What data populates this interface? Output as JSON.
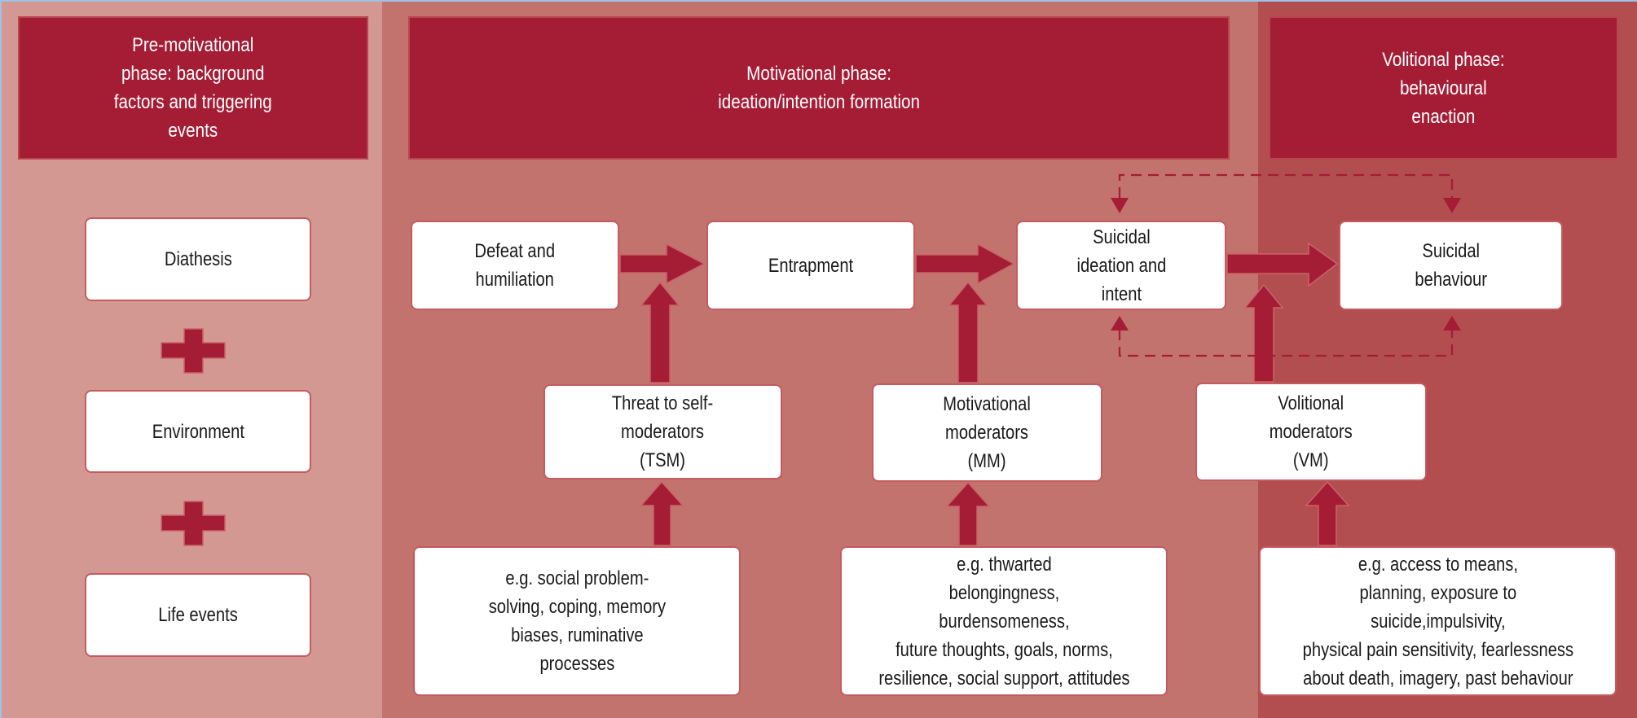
{
  "colors": {
    "pre_motivational_bg": "#d49893",
    "motivational_bg": "#c2736e",
    "volitional_bg": "#b24e50",
    "header_fill": "#a51c35",
    "arrow_fill": "#a51c35",
    "node_fill": "#ffffff",
    "node_border": "#c55a5f"
  },
  "phases": {
    "pre_motivational": "Pre-motivational\nphase: background\nfactors and triggering\nevents",
    "motivational": "Motivational phase:\nideation/intention formation",
    "volitional": "Volitional phase:\nbehavioural\nenaction"
  },
  "pre_motivational_factors": {
    "diathesis": "Diathesis",
    "environment": "Environment",
    "life_events": "Life events",
    "combinator_icon": "plus-icon"
  },
  "pathway": {
    "defeat": "Defeat and\nhumiliation",
    "entrapment": "Entrapment",
    "ideation": "Suicidal\nideation and\nintent",
    "behaviour": "Suicidal\nbehaviour"
  },
  "moderators": {
    "tsm": "Threat to self-\nmoderators\n(TSM)",
    "mm": "Motivational\nmoderators\n(MM)",
    "vm": "Volitional\nmoderators\n(VM)"
  },
  "examples": {
    "tsm": "e.g. social problem-\nsolving, coping, memory\nbiases, ruminative\nprocesses",
    "mm": "e.g. thwarted\nbelongingness,\nburdensomeness,\nfuture thoughts, goals, norms,\nresilience, social support, attitudes",
    "vm": "e.g. access to means,\nplanning, exposure to\nsuicide,impulsivity,\nphysical pain sensitivity, fearlessness\nabout death, imagery, past behaviour"
  },
  "connections": [
    {
      "from": "defeat",
      "to": "entrapment",
      "style": "solid"
    },
    {
      "from": "entrapment",
      "to": "ideation",
      "style": "solid"
    },
    {
      "from": "ideation",
      "to": "behaviour",
      "style": "solid"
    },
    {
      "from": "tsm",
      "to": "defeat-entrapment-link",
      "style": "solid"
    },
    {
      "from": "mm",
      "to": "entrapment-ideation-link",
      "style": "solid"
    },
    {
      "from": "vm",
      "to": "ideation-behaviour-link",
      "style": "solid"
    },
    {
      "from": "examples.tsm",
      "to": "tsm",
      "style": "solid"
    },
    {
      "from": "examples.mm",
      "to": "mm",
      "style": "solid"
    },
    {
      "from": "examples.vm",
      "to": "vm",
      "style": "solid"
    },
    {
      "from": "ideation",
      "to": "behaviour",
      "style": "dashed",
      "direction": "bidirectional-top"
    },
    {
      "from": "behaviour",
      "to": "ideation",
      "style": "dashed",
      "direction": "bidirectional-bottom"
    }
  ]
}
